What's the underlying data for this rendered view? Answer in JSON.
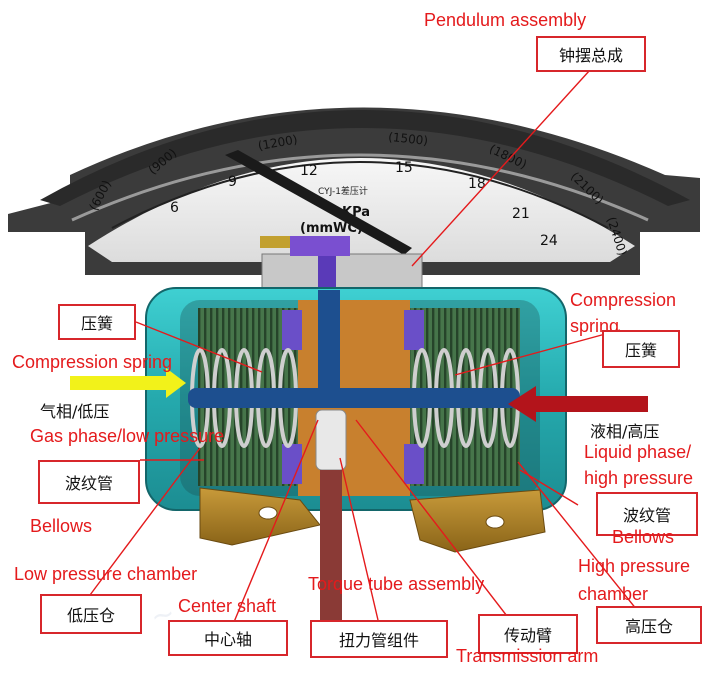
{
  "labels": {
    "pendulum_en": "Pendulum assembly",
    "pendulum_cn": "钟摆总成",
    "spring_left_cn": "压簧",
    "spring_left_en": "Compression spring",
    "spring_right_en_1": "Compression",
    "spring_right_en_2": "spring",
    "spring_right_cn": "压簧",
    "gas_cn": "气相/低压",
    "gas_en": "Gas phase/low pressure",
    "liquid_cn": "液相/高压",
    "liquid_en_1": "Liquid phase/",
    "liquid_en_2": "high pressure",
    "bellows_left_cn": "波纹管",
    "bellows_left_en": "Bellows",
    "bellows_right_cn": "波纹管",
    "bellows_right_en": "Bellows",
    "low_chamber_en": "Low pressure chamber",
    "low_chamber_cn": "低压仓",
    "high_chamber_en_1": "High pressure",
    "high_chamber_en_2": "chamber",
    "high_chamber_cn": "高压仓",
    "center_shaft_en": "Center shaft",
    "center_shaft_cn": "中心轴",
    "torque_en": "Torque tube assembly",
    "torque_cn": "扭力管组件",
    "trans_cn": "传动臂",
    "trans_en": "Transmission arm"
  },
  "dial": {
    "kpa_ticks": [
      "6",
      "9",
      "12",
      "15",
      "18",
      "21",
      "24"
    ],
    "mmwc_ticks": [
      "(600)",
      "(900)",
      "(1200)",
      "(1500)",
      "(1800)",
      "(2100)",
      "(2400)"
    ],
    "unit_kpa": "KPa",
    "unit_mmwc": "(mmWC)",
    "brand": "CYJ-1差压计"
  },
  "colors": {
    "label_red": "#e41a1c",
    "housing_teal": "#2fc1c4",
    "bellows_green": "#3c6b3a",
    "arrow_yellow": "#f2f21a",
    "arrow_red": "#b3141b",
    "shaft_blue": "#1d4f8f",
    "base_bronze": "#a67a26"
  }
}
